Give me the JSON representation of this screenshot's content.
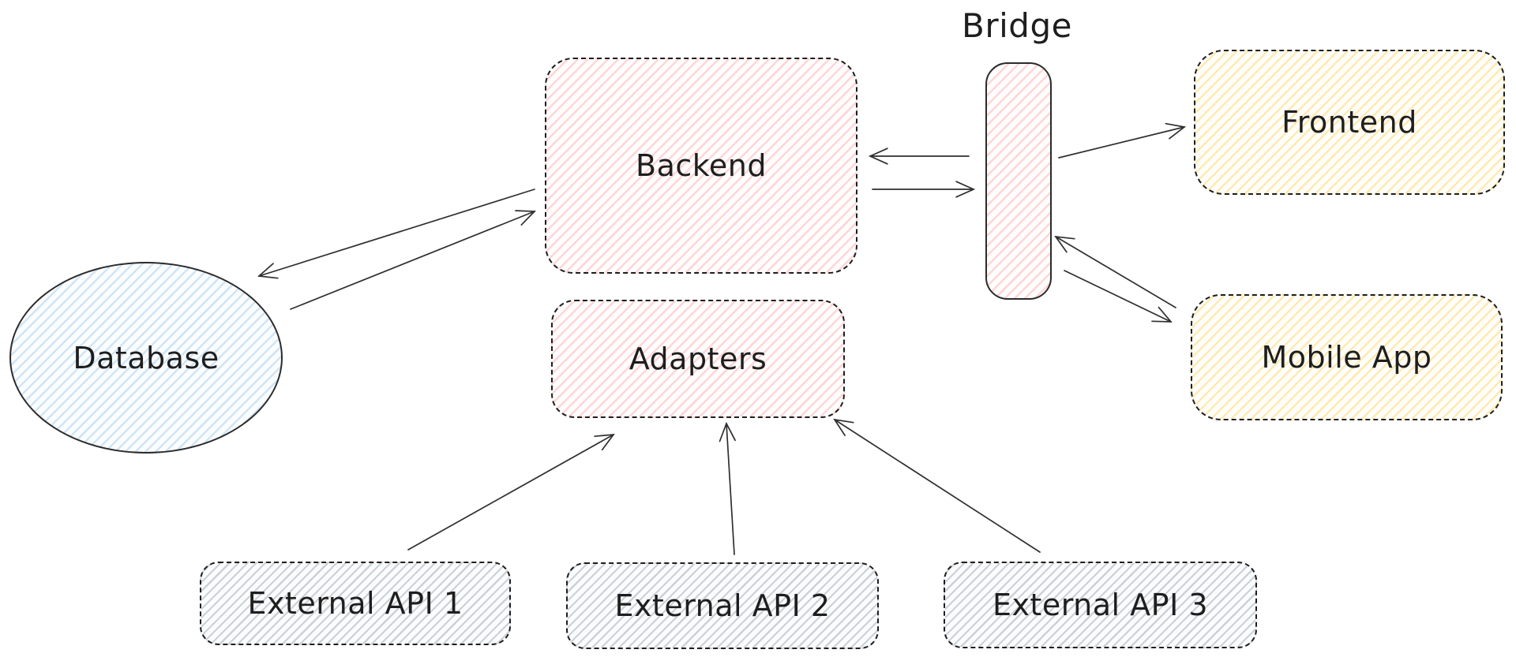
{
  "canvas": {
    "background": "#ffffff"
  },
  "colors": {
    "shape_stroke": "#1e1e1e",
    "arrow_stroke": "#2f2f2f",
    "pink_hatch": "#ffd6d6",
    "yellow_hatch": "#ffeab2",
    "blue_hatch": "#cfe5f6",
    "gray_hatch": "#ccd1d6"
  },
  "nodes": [
    {
      "id": "database",
      "label": "Database",
      "shape": "ellipse",
      "fill": "blue",
      "border": "solid"
    },
    {
      "id": "backend",
      "label": "Backend",
      "shape": "rectangle",
      "fill": "pink",
      "border": "dashed"
    },
    {
      "id": "adapters",
      "label": "Adapters",
      "shape": "rectangle",
      "fill": "pink",
      "border": "dashed"
    },
    {
      "id": "bridge",
      "label": "Bridge",
      "shape": "rectangle",
      "fill": "pink",
      "border": "solid",
      "label_position": "above"
    },
    {
      "id": "frontend",
      "label": "Frontend",
      "shape": "rectangle",
      "fill": "yellow",
      "border": "dashed"
    },
    {
      "id": "mobile-app",
      "label": "Mobile App",
      "shape": "rectangle",
      "fill": "yellow",
      "border": "dashed"
    },
    {
      "id": "external-api-1",
      "label": "External API 1",
      "shape": "rectangle",
      "fill": "gray",
      "border": "dashed"
    },
    {
      "id": "external-api-2",
      "label": "External API 2",
      "shape": "rectangle",
      "fill": "gray",
      "border": "dashed"
    },
    {
      "id": "external-api-3",
      "label": "External API 3",
      "shape": "rectangle",
      "fill": "gray",
      "border": "dashed"
    }
  ],
  "edges": [
    {
      "from": "backend",
      "to": "database"
    },
    {
      "from": "database",
      "to": "backend"
    },
    {
      "from": "bridge",
      "to": "backend"
    },
    {
      "from": "backend",
      "to": "bridge"
    },
    {
      "from": "bridge",
      "to": "frontend"
    },
    {
      "from": "bridge",
      "to": "mobile-app"
    },
    {
      "from": "mobile-app",
      "to": "bridge"
    },
    {
      "from": "external-api-1",
      "to": "adapters"
    },
    {
      "from": "external-api-2",
      "to": "adapters"
    },
    {
      "from": "external-api-3",
      "to": "adapters"
    }
  ]
}
